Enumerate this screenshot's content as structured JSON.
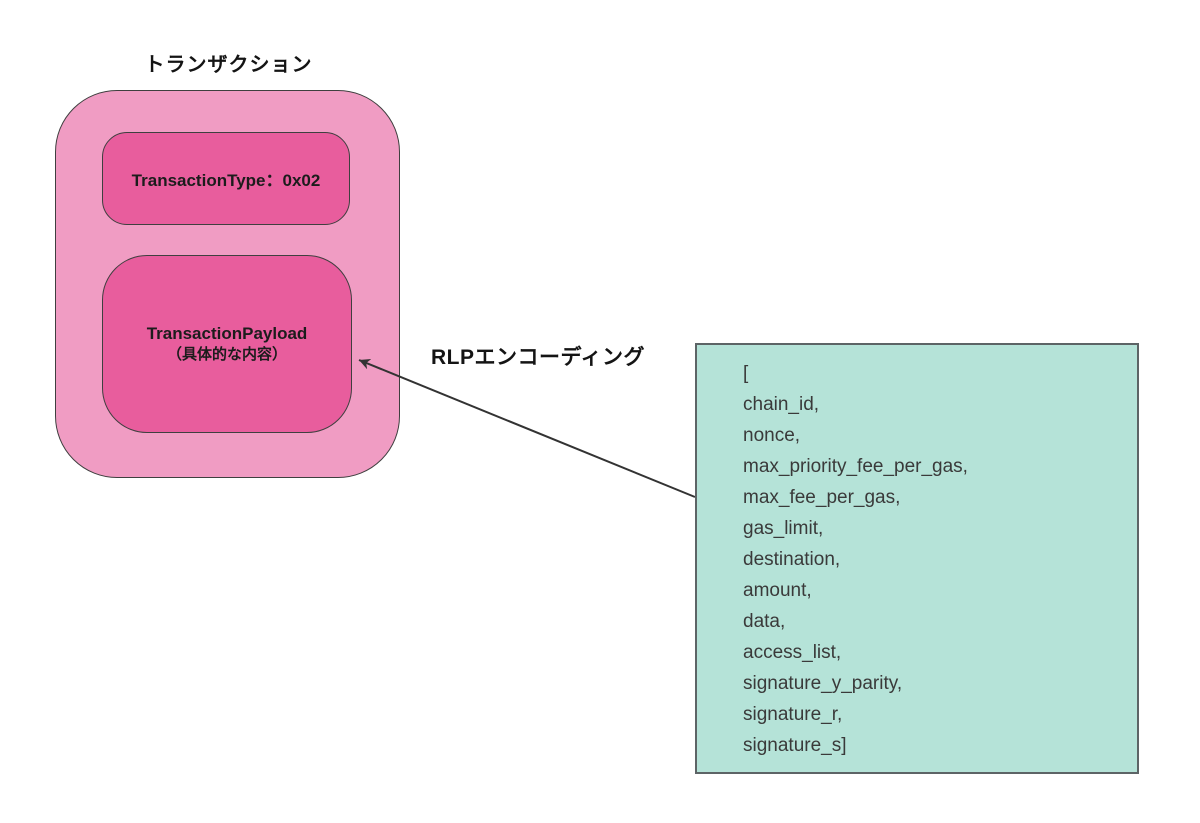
{
  "diagram": {
    "title": "トランザクション",
    "transaction_box": {
      "type_label": "TransactionType：0x02",
      "payload_label": "TransactionPayload",
      "payload_sublabel": "（具体的な内容）"
    },
    "arrow_label": "RLPエンコーディング",
    "rlp_list": {
      "lines": [
        "[",
        "chain_id,",
        "nonce,",
        "max_priority_fee_per_gas,",
        "max_fee_per_gas,",
        "gas_limit,",
        "destination,",
        "amount,",
        "data,",
        "access_list,",
        "signature_y_parity,",
        "signature_r,",
        "signature_s]"
      ]
    },
    "colors": {
      "outer_pink": "#F09CC3",
      "inner_pink": "#E85D9D",
      "teal": "#B5E3D8",
      "arrow": "#333333"
    }
  }
}
